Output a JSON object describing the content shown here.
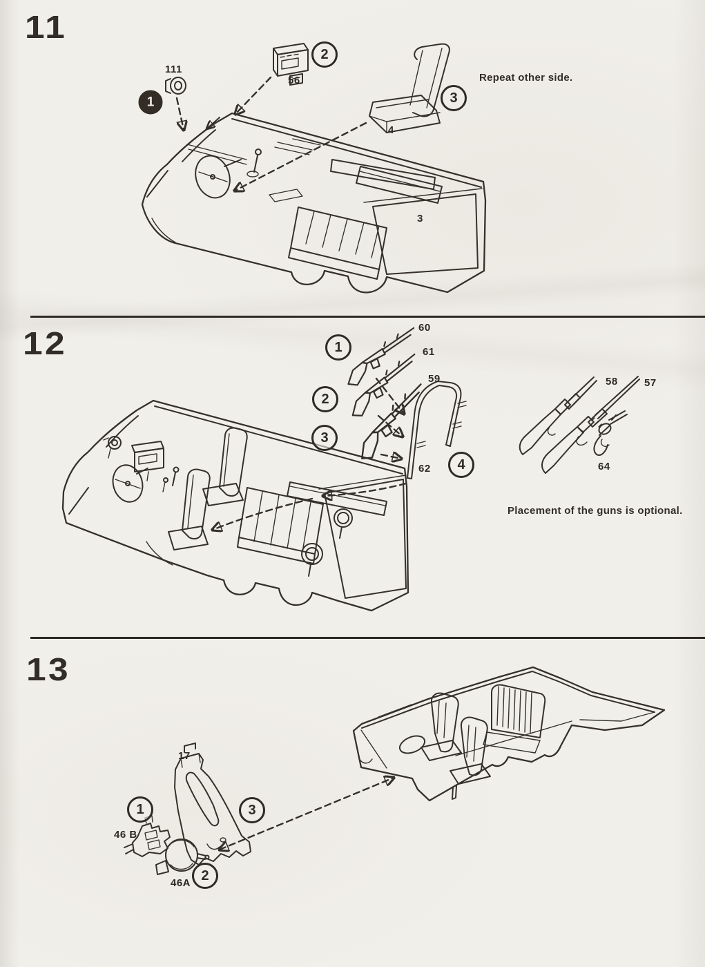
{
  "colors": {
    "paper": "#f1efea",
    "ink": "#35302a"
  },
  "step11": {
    "number": "11",
    "note": "Repeat other side.",
    "callouts": {
      "c1": "1",
      "c2": "2",
      "c3": "3"
    },
    "parts": {
      "speaker": "111",
      "radio": "56",
      "seat": "4",
      "tub": "3"
    }
  },
  "step12": {
    "number": "12",
    "note": "Placement of the guns is optional.",
    "callouts": {
      "c1": "1",
      "c2": "2",
      "c3": "3",
      "c4": "4"
    },
    "parts": {
      "rifle_a": "60",
      "rifle_b": "61",
      "rifle_c": "59",
      "gun_rack": "62",
      "shotgun": "58",
      "rifle_d": "57",
      "revolver": "64"
    }
  },
  "step13": {
    "number": "13",
    "callouts": {
      "c1": "1",
      "c2": "2",
      "c3": "3"
    },
    "parts": {
      "floor_console": "17",
      "part_b": "46 B",
      "part_a": "46A"
    }
  }
}
